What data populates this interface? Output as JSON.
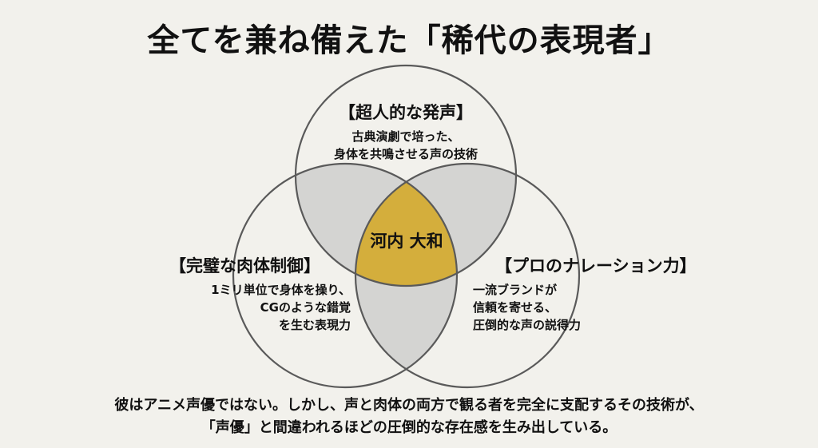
{
  "title": "全てを兼ね備えた「稀代の表現者」",
  "colors": {
    "background": "#f2f1ec",
    "circle_stroke": "#5a5a5a",
    "pairwise_overlap": "#d4d4d2",
    "center_overlap": "#d4ae3c"
  },
  "venn": {
    "center_label": "河内 大和",
    "top": {
      "heading": "【超人的な発声】",
      "lines": [
        "古典演劇で培った、",
        "身体を共鳴させる声の技術"
      ]
    },
    "left": {
      "heading": "【完璧な肉体制御】",
      "lines": [
        "1ミリ単位で身体を操り、",
        "CGのような錯覚",
        "を生む表現力"
      ]
    },
    "right": {
      "heading": "【プロのナレーション力】",
      "lines": [
        "一流ブランドが",
        "信頼を寄せる、",
        "圧倒的な声の説得力"
      ]
    }
  },
  "footer": {
    "line1": "彼はアニメ声優ではない。しかし、声と肉体の両方で観る者を完全に支配するその技術が、",
    "line2": "「声優」と間違われるほどの圧倒的な存在感を生み出している。"
  }
}
